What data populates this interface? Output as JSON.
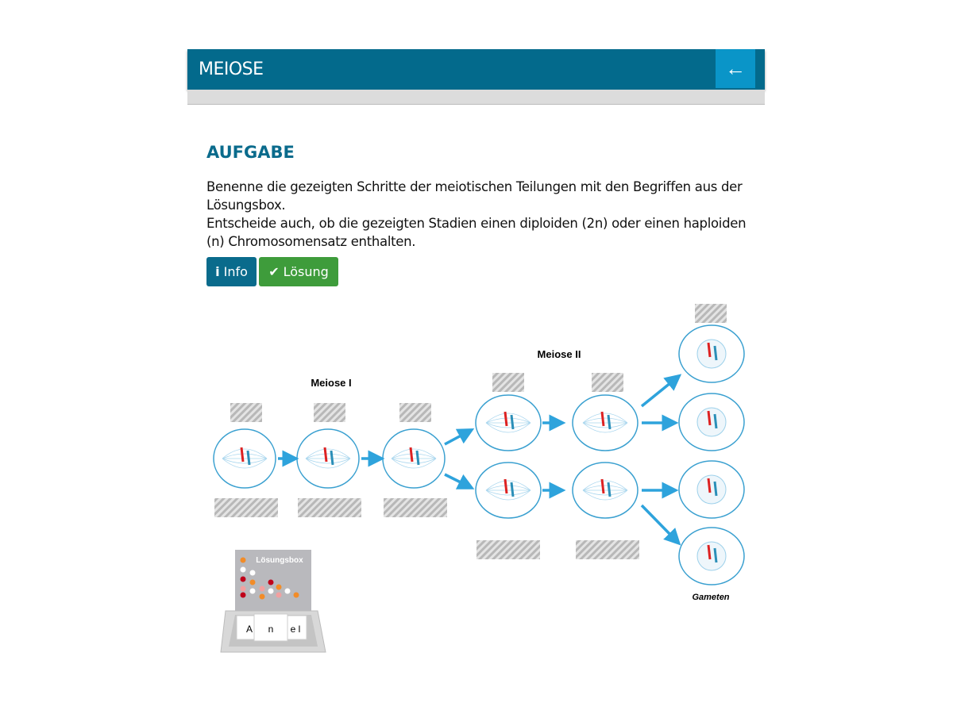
{
  "header": {
    "title": "MEIOSE",
    "back_icon": "arrow-left-icon"
  },
  "task": {
    "heading": "AUFGABE",
    "line1": "Benenne die gezeigten Schritte der meiotischen Teilungen mit den Begriffen aus der Lösungsbox.",
    "line2": "Entscheide auch, ob die gezeigten Stadien einen diploiden (2n) oder einen haploiden (n) Chromosomensatz enthalten."
  },
  "buttons": {
    "info": "Info",
    "solution": "Lösung"
  },
  "diagram": {
    "meiose1": "Meiose I",
    "meiose2": "Meiose II",
    "gametes": "Gameten",
    "box_title": "Lösungsbox",
    "cards": [
      "A",
      "n",
      "e l"
    ]
  },
  "colors": {
    "header": "#036a8c",
    "back": "#0a95c8",
    "info": "#0a6b8c",
    "solution": "#3e9c3b",
    "cell": "#3aa0d0",
    "arrow": "#2ea3dc"
  }
}
